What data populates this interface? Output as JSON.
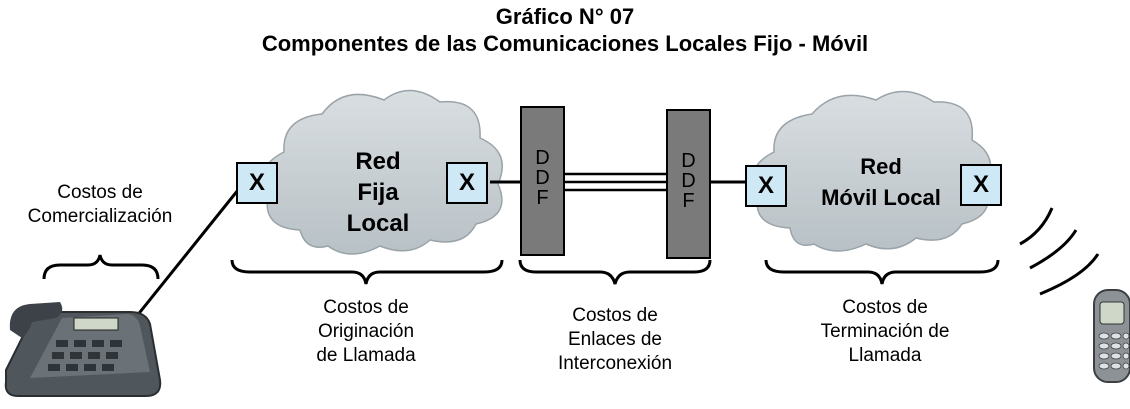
{
  "title": {
    "line1": "Gráfico N° 07",
    "line2": "Componentes de las Comunicaciones Locales Fijo - Móvil"
  },
  "nodes": {
    "red_fija": {
      "line1": "Red",
      "line2": "Fija",
      "line3": "Local"
    },
    "red_movil": {
      "line1": "Red",
      "line2": "Móvil Local"
    },
    "switch_label": "X",
    "ddf_letters": [
      "D",
      "D",
      "F"
    ]
  },
  "labels": {
    "comercializacion": {
      "line1": "Costos de",
      "line2": "Comercialización"
    },
    "originacion": {
      "line1": "Costos de",
      "line2": "Originación",
      "line3": "de Llamada"
    },
    "enlaces": {
      "line1": "Costos de",
      "line2": "Enlaces de",
      "line3": "Interconexión"
    },
    "terminacion": {
      "line1": "Costos de",
      "line2": "Terminación de",
      "line3": "Llamada"
    }
  },
  "colors": {
    "cloud": "#c6ced3",
    "switch_box": "#cfe8f5",
    "ddf": "#7a7a7a",
    "phone": "#5a6066",
    "mobile": "#8a8f93"
  },
  "icons": [
    "cloud-icon",
    "desk-phone-icon",
    "mobile-phone-icon",
    "wireless-signal-icon",
    "curly-brace-icon"
  ]
}
